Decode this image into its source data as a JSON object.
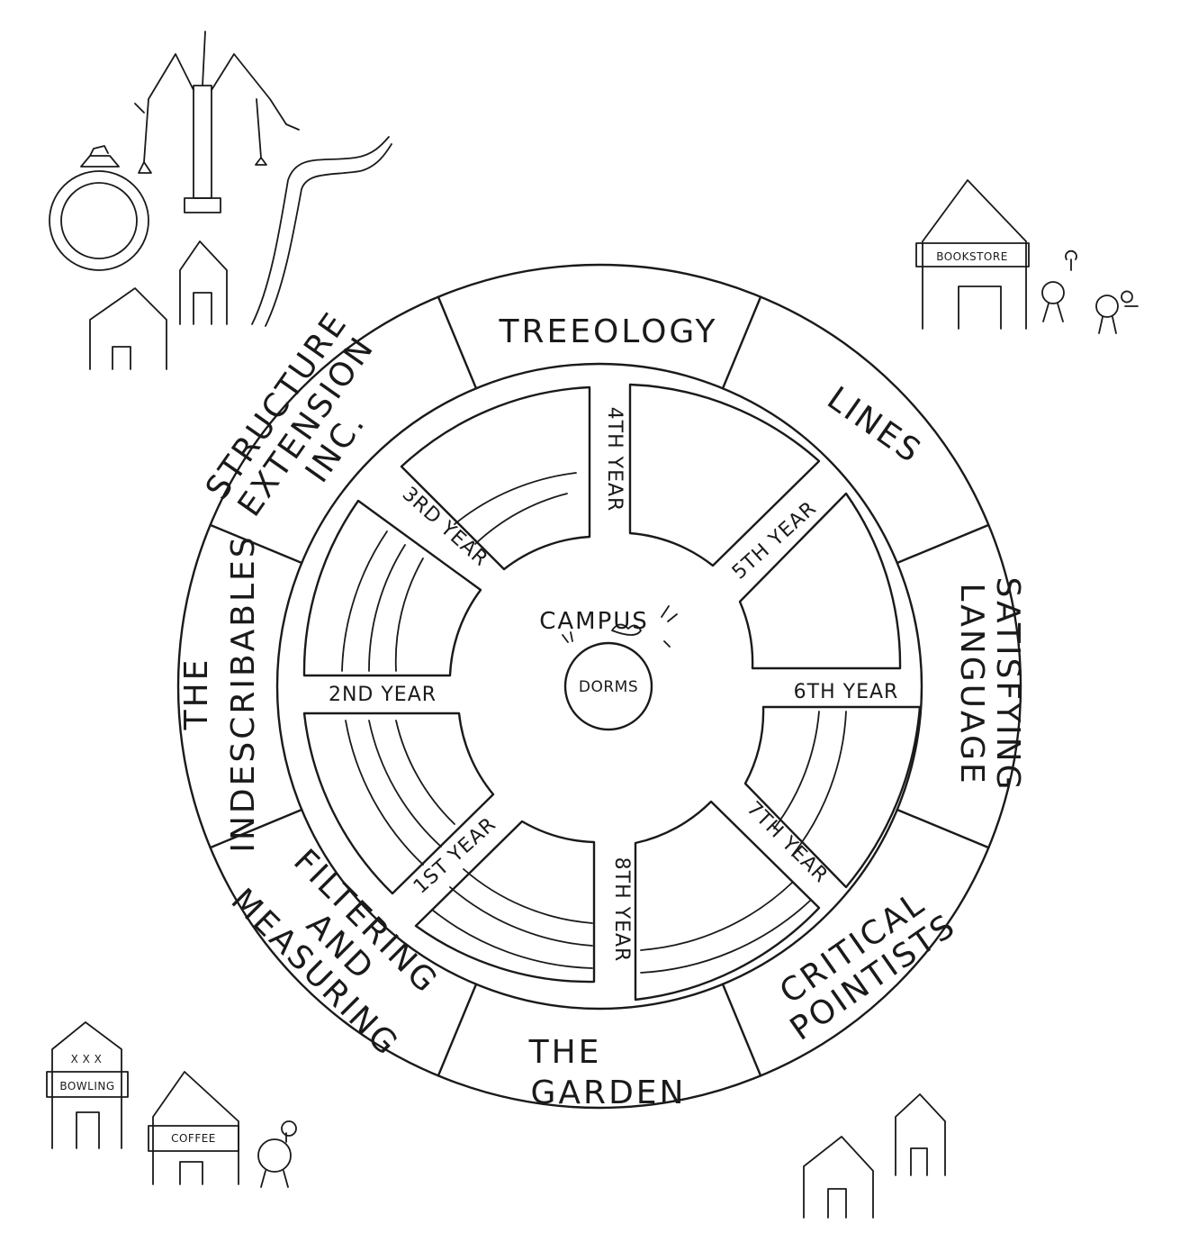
{
  "center": {
    "title": "CAMPUS",
    "dorms": "DORMS"
  },
  "departments": [
    {
      "id": "treeology",
      "lines": [
        "TREEOLOGY"
      ]
    },
    {
      "id": "lines",
      "lines": [
        "LINES"
      ]
    },
    {
      "id": "satisfying-language",
      "lines": [
        "SATISFYING",
        "LANGUAGE"
      ]
    },
    {
      "id": "critical-pointists",
      "lines": [
        "CRITICAL",
        "POINTISTS"
      ]
    },
    {
      "id": "the-garden",
      "lines": [
        "THE",
        "GARDEN"
      ]
    },
    {
      "id": "filtering-and-measuring",
      "lines": [
        "FILTERING",
        "AND",
        "MEASURING"
      ]
    },
    {
      "id": "the-indescribables",
      "lines": [
        "THE",
        "INDESCRIBABLES"
      ]
    },
    {
      "id": "structure-extension",
      "lines": [
        "STRUCTURE",
        "EXTENSION",
        "INC."
      ]
    }
  ],
  "years": {
    "first": "1ST YEAR",
    "second": "2ND YEAR",
    "third": "3RD YEAR",
    "fourth": "4TH YEAR",
    "fifth": "5TH YEAR",
    "sixth": "6TH YEAR",
    "seventh": "7TH YEAR",
    "eighth": "8TH YEAR"
  },
  "signs": {
    "bookstore": "BOOKSTORE",
    "bowling": "BOWLING",
    "coffee": "COFFEE",
    "xxx": "X X X"
  }
}
